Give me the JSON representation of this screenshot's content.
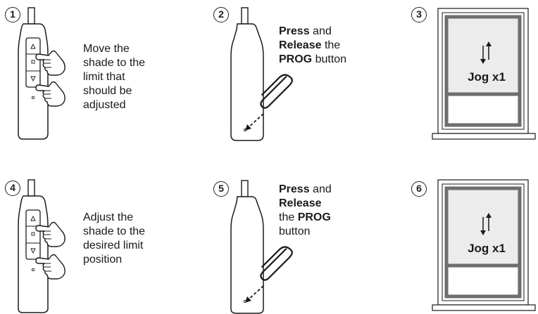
{
  "steps": [
    {
      "number": "1",
      "lines": [
        "Move the",
        "shade to the",
        "limit that",
        "should be",
        "adjusted"
      ]
    },
    {
      "number": "2",
      "parts": [
        {
          "bold": "Press",
          "rest": " and"
        },
        {
          "bold": "Release",
          "rest": " the"
        },
        {
          "bold": "PROG",
          "rest": " button"
        }
      ]
    },
    {
      "number": "3",
      "label": "Jog x1"
    },
    {
      "number": "4",
      "lines": [
        "Adjust the",
        "shade to the",
        "desired limit",
        "position"
      ]
    },
    {
      "number": "5",
      "parts": [
        {
          "bold": "Press",
          "rest": " and"
        },
        {
          "bold": "Release",
          "rest": ""
        },
        {
          "pre": "the ",
          "bold": "PROG",
          "rest": ""
        },
        {
          "bold": "",
          "rest": "button"
        }
      ]
    },
    {
      "number": "6",
      "label": "Jog x1"
    }
  ],
  "icons": {
    "remote": "remote-control-icon",
    "hand": "pointing-hand-icon",
    "paperclip": "paperclip-icon",
    "window": "window-shade-icon",
    "jog_arrows": "up-down-arrows-icon"
  },
  "colors": {
    "line": "#1a1a1a",
    "window_frame": "#6e6e6e",
    "window_fill": "#ececec"
  }
}
